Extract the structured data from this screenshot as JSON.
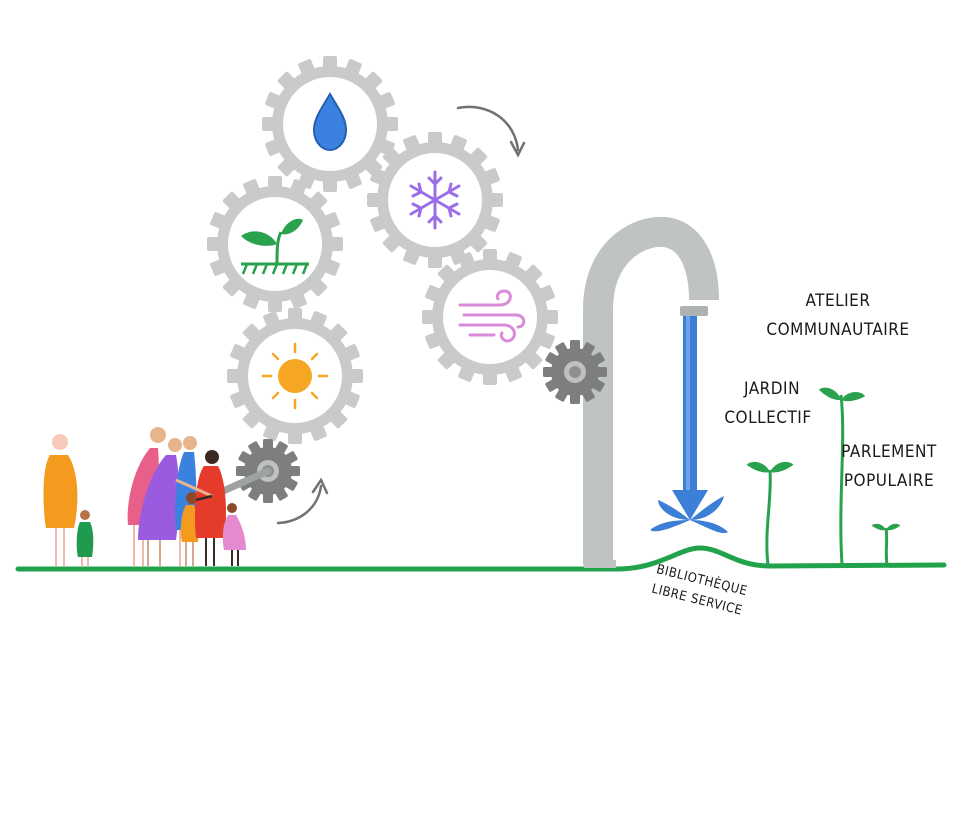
{
  "labels": {
    "jardin_line1": "JARDIN",
    "jardin_line2": "COLLECTIF",
    "atelier_line1": "ATELIER",
    "atelier_line2": "COMMUNAUTAIRE",
    "parlement_line1": "PARLEMENT",
    "parlement_line2": "POPULAIRE",
    "bibliotheque_line1": "BIBLIOTHÈQUE",
    "bibliotheque_line2": "LIBRE SERVICE"
  },
  "gears": [
    {
      "name": "water-drop-gear",
      "icon": "water-drop-icon"
    },
    {
      "name": "snowflake-gear",
      "icon": "snowflake-icon"
    },
    {
      "name": "sprout-gear",
      "icon": "sprout-icon"
    },
    {
      "name": "wind-gear",
      "icon": "wind-icon"
    },
    {
      "name": "sun-gear",
      "icon": "sun-icon"
    }
  ],
  "colors": {
    "ground": "#22a24a",
    "gear": "#c9cbca",
    "gear_dark": "#7c7f7e",
    "faucet": "#bfc3c1",
    "water": "#3b7fd6",
    "plant": "#2aa24d",
    "drop": "#3b82e0",
    "snowflake": "#9b6ee8",
    "wind": "#d98ad8",
    "sun": "#f5a623"
  }
}
